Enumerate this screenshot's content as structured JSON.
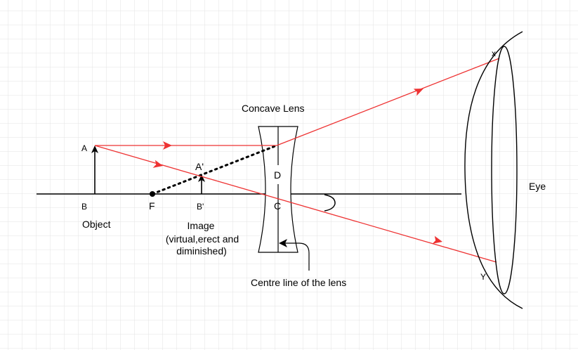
{
  "colors": {
    "background": "#ffffff",
    "grid": "#e3e3e3",
    "ray": "#ee3333",
    "line": "#000000"
  },
  "labels": {
    "concave_lens": "Concave Lens",
    "eye": "Eye",
    "point_a": "A",
    "point_b": "B",
    "point_f": "F",
    "point_a_prime": "A'",
    "point_b_prime": "B'",
    "point_c": "C",
    "point_d": "D",
    "point_x": "x",
    "point_y": "Y",
    "object": "Object",
    "image_line1": "Image",
    "image_line2": "(virtual,erect and",
    "image_line3": "diminished)",
    "centre_line": "Centre line of the lens"
  }
}
